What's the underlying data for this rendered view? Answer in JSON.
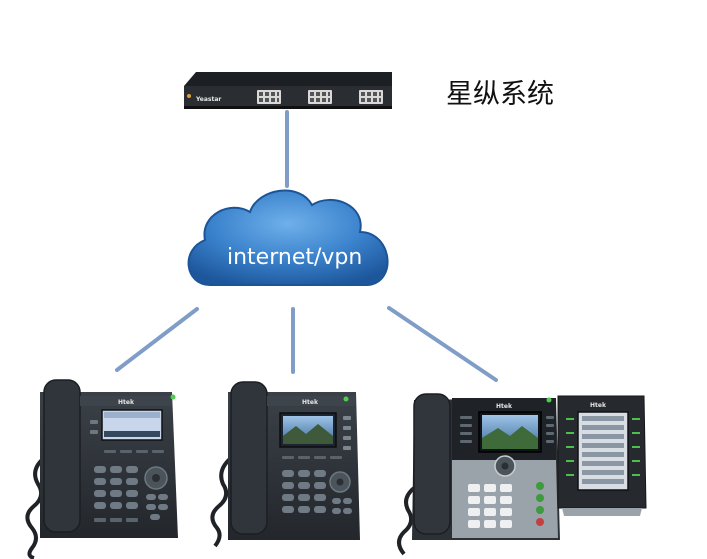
{
  "system_label": "星纵系统",
  "cloud_label": "internet/vpn",
  "pbx": {
    "brand_text": "Yeastar"
  },
  "phones": [
    {
      "brand_text": "Htek"
    },
    {
      "brand_text": "Htek"
    },
    {
      "brand_text": "Htek",
      "expansion_brand_text": "Htek"
    }
  ],
  "colors": {
    "link_line": "#7f9dc7",
    "cloud_light": "#4a8fd1",
    "cloud_dark": "#1f5aa0",
    "device_body": "#2d3238"
  },
  "icons": [
    "pbx-device-icon",
    "cloud-icon",
    "desk-phone-icon",
    "video-phone-icon",
    "expansion-module-icon"
  ]
}
